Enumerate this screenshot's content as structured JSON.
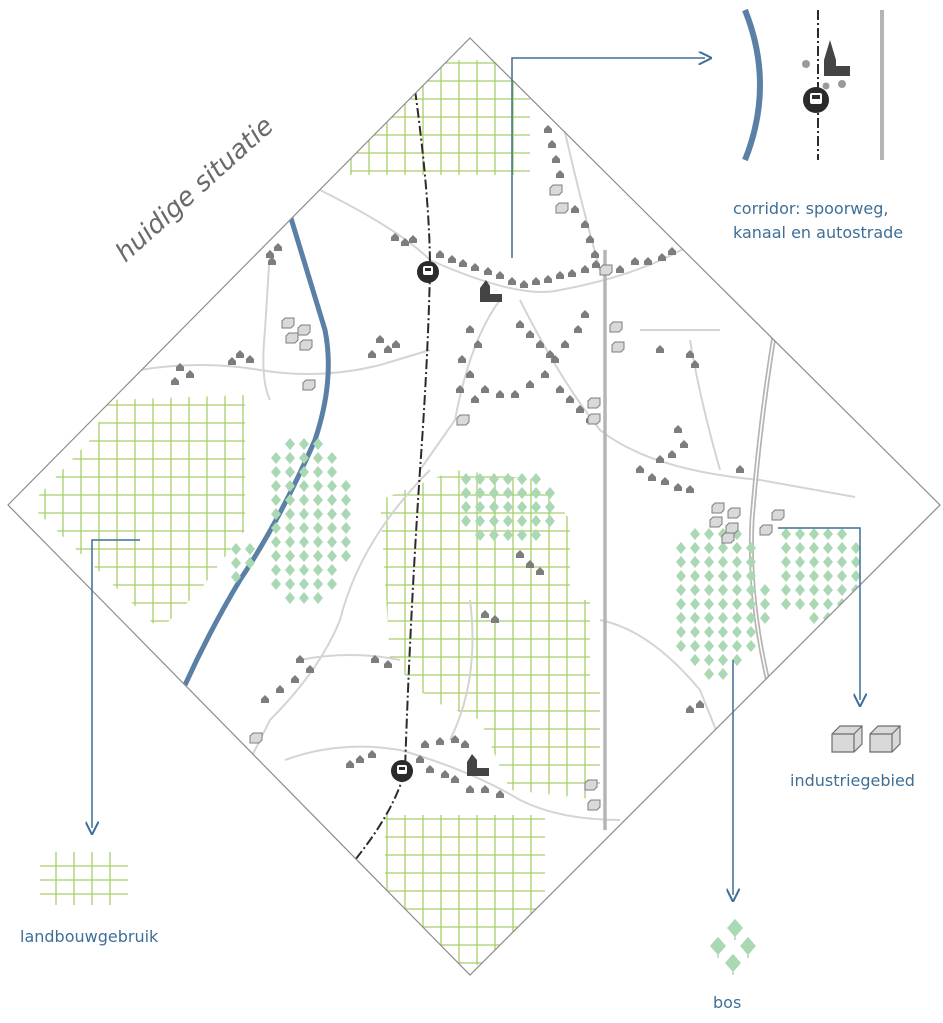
{
  "title": "huidige situatie",
  "legend": {
    "corridor_line1": "corridor: spoorweg,",
    "corridor_line2": "kanaal en autostrade",
    "agriculture": "landbouwgebruik",
    "forest": "bos",
    "industry": "industriegebied"
  },
  "icons": {
    "station": "train-station-icon",
    "church": "church-icon",
    "house": "house-icon",
    "industry": "factory-block-icon",
    "tree": "tree-icon"
  },
  "colors": {
    "canal": "#5b80a6",
    "railway": "#2b2b2b",
    "road": "#c9c9c9",
    "highway": "#b5b5b5",
    "agriculture": "#a6cf6a",
    "forest": "#a9d8b3",
    "house": "#7d7d7d",
    "industry": "#9a9a9a",
    "annotation": "#3f6f97",
    "frame": "#8c8c8c"
  }
}
